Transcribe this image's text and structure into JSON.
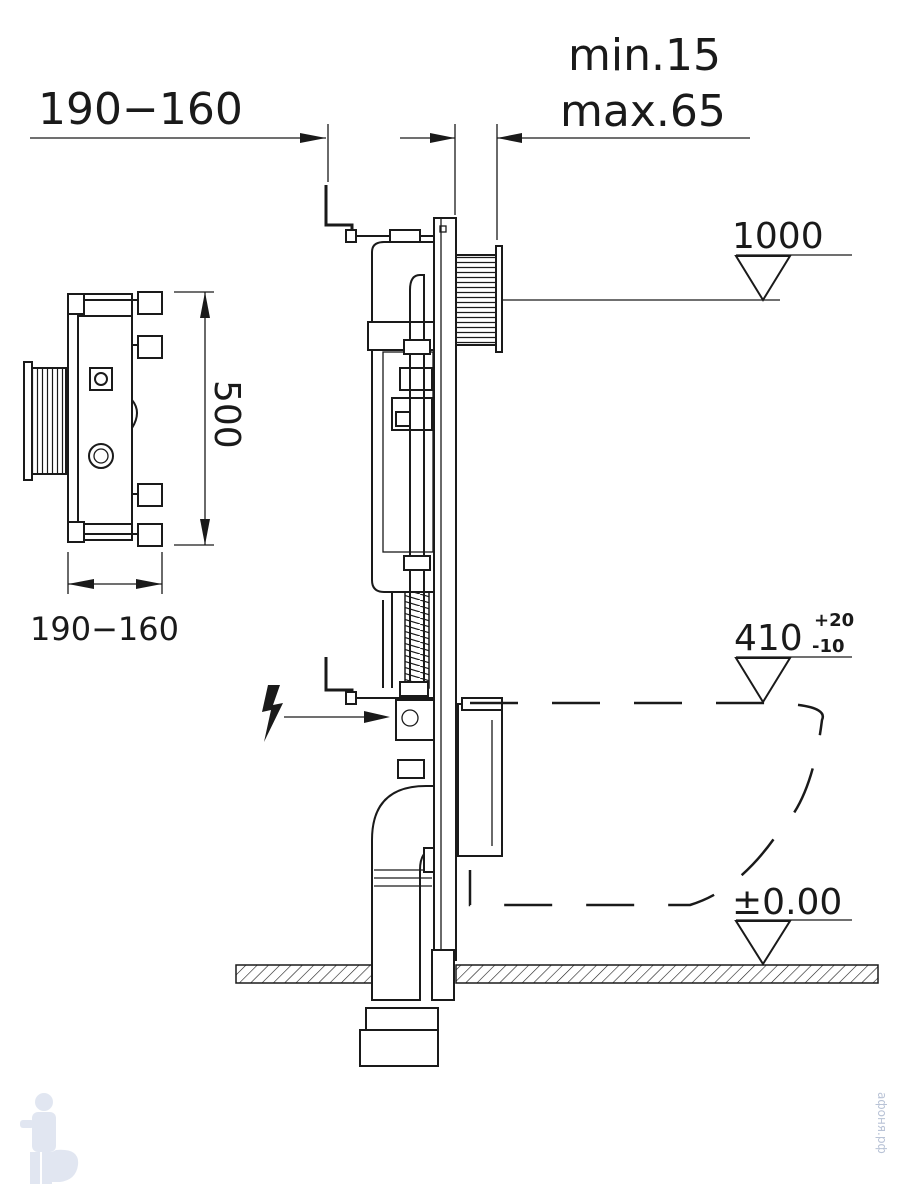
{
  "dimensions": {
    "depth_top": "190−160",
    "wall_min": "min.15",
    "wall_max": "max.65",
    "flush_height": "1000",
    "bowl_height_base": "410",
    "bowl_tol_plus": "+20",
    "bowl_tol_minus": "-10",
    "floor_level": "±0.00",
    "frame_width": "500",
    "depth_side": "190−160"
  },
  "watermark": {
    "text": "афоня.рф"
  },
  "icons": {
    "power": "lightning-bolt-icon",
    "brand": "plumber-mascot-icon"
  },
  "colors": {
    "line": "#1a1a1a",
    "watermark": "#b9c3d6",
    "background": "#ffffff"
  }
}
